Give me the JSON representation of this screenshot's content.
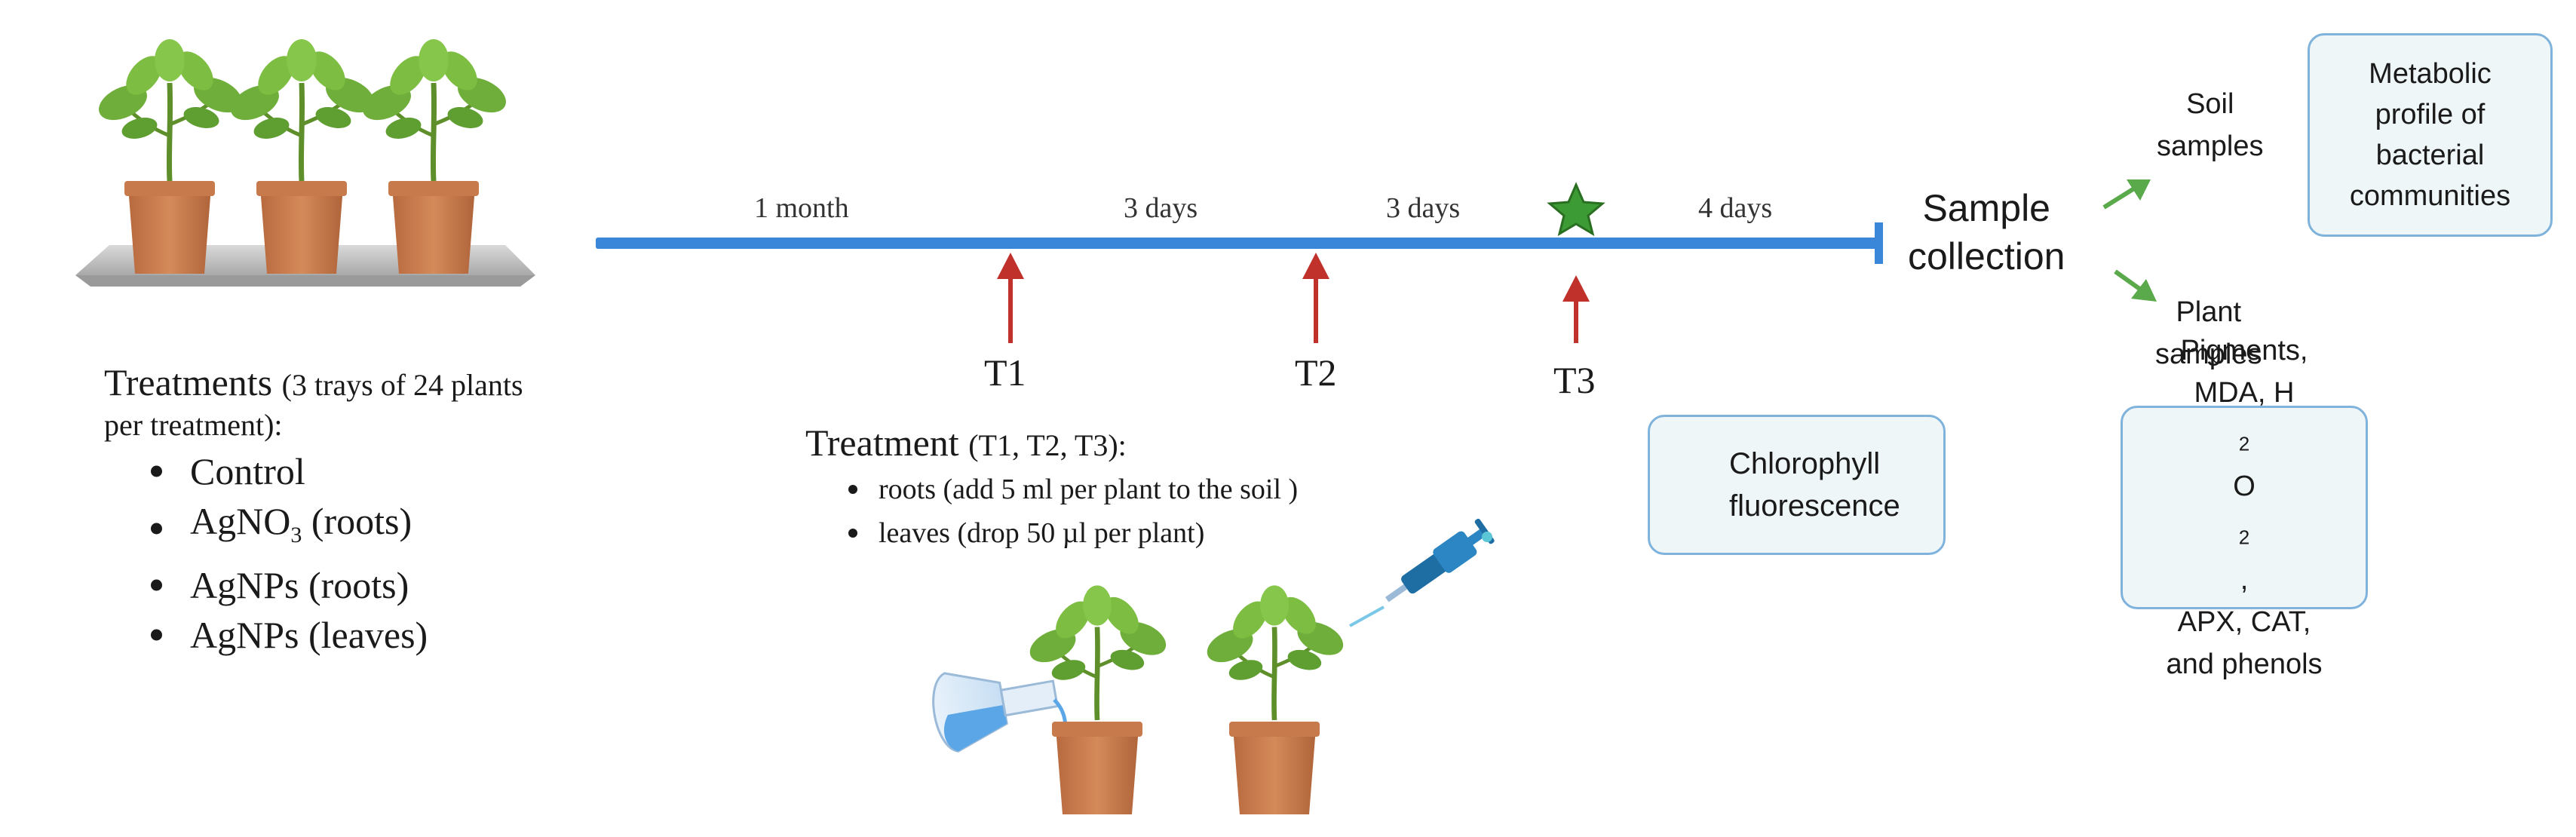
{
  "timeline": {
    "segments": [
      "1 month",
      "3 days",
      "3 days",
      "4 days"
    ],
    "treatment_points": [
      "T1",
      "T2",
      "T3"
    ]
  },
  "treatments": {
    "heading": "Treatments",
    "heading_note": "(3 trays of 24 plants",
    "heading_note_2": "per treatment):",
    "items": [
      {
        "main": "Control",
        "sub": "",
        "rest": ""
      },
      {
        "main": "AgNO",
        "sub": "3",
        "rest": " (roots)"
      },
      {
        "main": "AgNPs (roots)",
        "sub": "",
        "rest": ""
      },
      {
        "main": "AgNPs (leaves)",
        "sub": "",
        "rest": ""
      }
    ]
  },
  "application": {
    "heading": "Treatment",
    "heading_note": "(T1, T2, T3):",
    "items": [
      "roots (add 5 ml per plant to the soil )",
      "leaves (drop 50 µl per plant)"
    ]
  },
  "chlorophyll": {
    "line1": "Chlorophyll",
    "line2": "fluorescence"
  },
  "collection": {
    "line1": "Sample",
    "line2": "collection"
  },
  "soil": {
    "line1": "Soil",
    "line2": "samples"
  },
  "plant": {
    "line1": "Plant",
    "line2": "samples"
  },
  "metabolic": {
    "line1": "Metabolic",
    "line2": "profile of",
    "line3": "bacterial",
    "line4": "communities"
  },
  "analyses": {
    "line1": "Pigments,",
    "line2_a": "MDA, H",
    "line2_s1": "2",
    "line2_b": "O",
    "line2_s2": "2",
    "line2_c": ",",
    "line3": "APX, CAT,",
    "line4": "and phenols"
  },
  "colors": {
    "timeline": "#3a86d8",
    "arrow": "#c0312b",
    "star": "#3d9b35",
    "box_border": "#7fb3dc",
    "box_fill": "#eef6f8"
  }
}
